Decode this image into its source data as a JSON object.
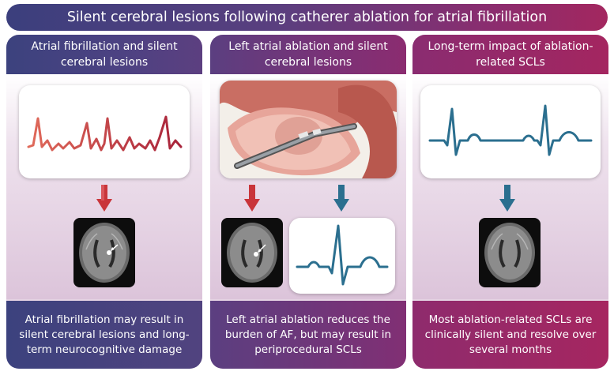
{
  "title": "Silent cerebral lesions following catherer ablation for atrial fibrillation",
  "columns": [
    {
      "heading": "Atrial fibrillation and silent cerebral lesions",
      "caption": "Atrial fibrillation may result in silent cerebral lesions and long-term neurocognitive damage",
      "trace_color": "#c9353a",
      "arrow_color": "#c9353a"
    },
    {
      "heading": "Left atrial ablation and silent cerebral lesions",
      "caption": "Left atrial ablation reduces the burden of AF, but may result in periprocedural SCLs",
      "trace_color": "#2b6f8f",
      "arrow_color": "#c9353a",
      "arrow2_color": "#2b6f8f"
    },
    {
      "heading": "Long-term impact of ablation-related SCLs",
      "caption": "Most ablation-related SCLs are clinically silent and resolve over several months",
      "trace_color": "#2b6f8f",
      "arrow_color": "#2b6f8f"
    }
  ]
}
